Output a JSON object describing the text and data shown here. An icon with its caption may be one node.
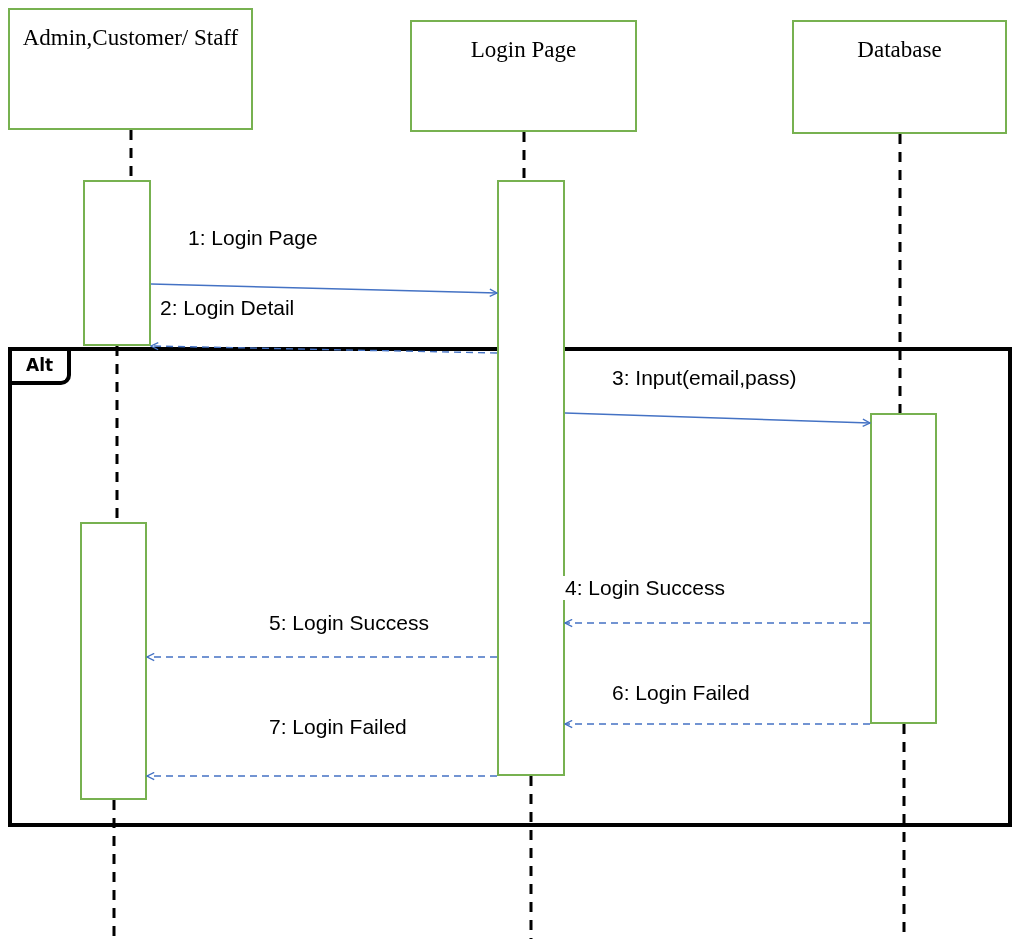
{
  "diagram": {
    "nodes": [
      {
        "text": [
          "Admin,Customer/ Staff"
        ]
      },
      {
        "text": [
          "Login Page"
        ]
      },
      {
        "text": [
          "Database"
        ]
      },
      {
        "text": [
          "Alt"
        ]
      },
      {
        "text": [],
        "shape": "box"
      },
      {
        "text": [],
        "shape": "box",
        "in": 3
      },
      {
        "text": [],
        "shape": "box"
      },
      {
        "text": [],
        "shape": "box",
        "in": 3
      }
    ],
    "edges": [
      {
        "from": 4,
        "to": 6,
        "arrow": "to",
        "label": "1: Login Page",
        "color": "#4472c4"
      },
      {
        "from": 6,
        "to": 4,
        "arrow": "to",
        "label": "2: Login Detail",
        "style": "dashed",
        "color": "#4472c4"
      },
      {
        "from": 6,
        "to": 7,
        "arrow": "to",
        "label": "3: Input(email,pass)",
        "color": "#4472c4"
      },
      {
        "from": 7,
        "to": 6,
        "arrow": "to",
        "label": "4: Login Success",
        "style": "dashed",
        "color": "#4472c4"
      },
      {
        "from": 6,
        "to": 5,
        "arrow": "to",
        "label": "5: Login Success",
        "style": "dashed",
        "color": "#4472c4"
      },
      {
        "from": 7,
        "to": 6,
        "arrow": "to",
        "label": "6: Login Failed",
        "style": "dashed",
        "color": "#4472c4"
      },
      {
        "from": 6,
        "to": 5,
        "arrow": "to",
        "label": "7: Login Failed",
        "style": "dashed",
        "color": "#4472c4"
      },
      {
        "from": 0,
        "to": 4,
        "arrow": "none",
        "style": "dashed",
        "color": "#000000"
      },
      {
        "from": 4,
        "to": 5,
        "arrow": "none",
        "style": "dashed",
        "color": "#000000"
      },
      {
        "from": 5,
        "to": null,
        "arrow": "none",
        "style": "dashed",
        "color": "#000000"
      },
      {
        "from": 1,
        "to": 6,
        "arrow": "none",
        "style": "dashed",
        "color": "#000000"
      },
      {
        "from": 6,
        "to": null,
        "arrow": "none",
        "style": "dashed",
        "color": "#000000"
      },
      {
        "from": 2,
        "to": 7,
        "arrow": "none",
        "style": "dashed",
        "color": "#000000"
      },
      {
        "from": 7,
        "to": null,
        "arrow": "none",
        "style": "dashed",
        "color": "#000000"
      }
    ]
  }
}
